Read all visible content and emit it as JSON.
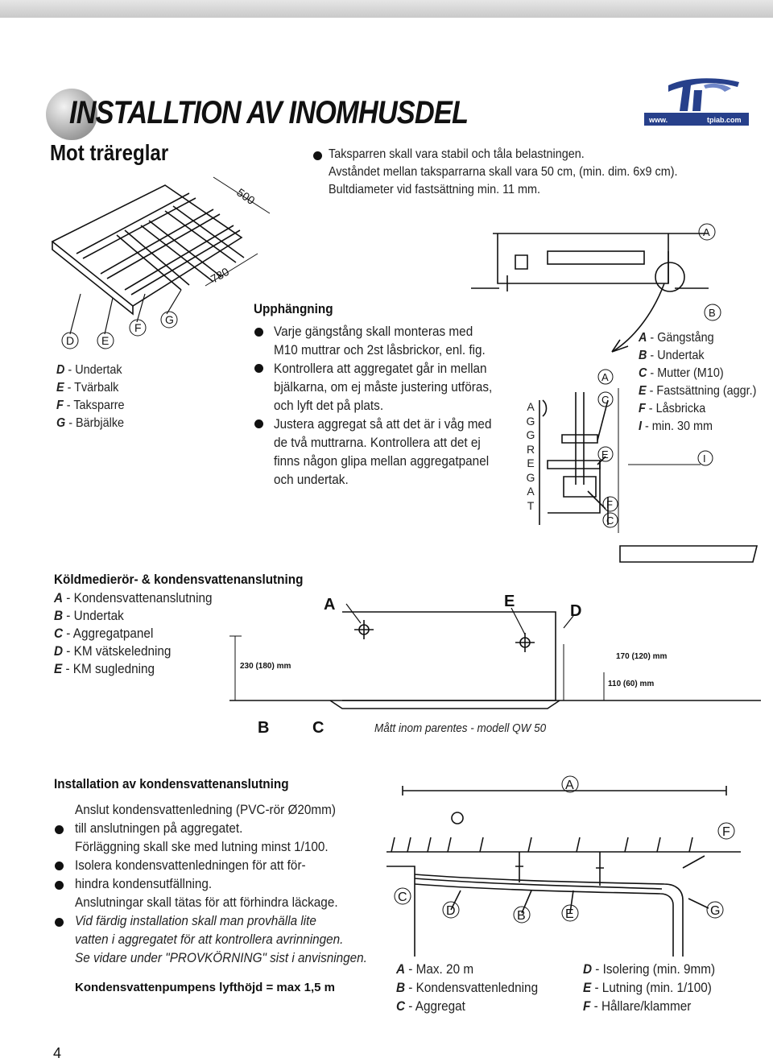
{
  "page": {
    "title": "INSTALLTION AV INOMHUSDEL",
    "subtitle": "Mot träreglar",
    "page_number": "4"
  },
  "logo": {
    "www": "www.",
    "domain": "tpiab.com"
  },
  "support": {
    "lines": [
      "Taksparren skall vara stabil och tåla belastningen.",
      "Avståndet mellan taksparrarna skall vara 50 cm, (min. dim. 6x9 cm).",
      "Bultdiameter vid fastsättning min. 11 mm."
    ]
  },
  "beam_figure": {
    "dim_1": "500",
    "dim_2": "780",
    "labels": [
      "D",
      "E",
      "F",
      "G"
    ]
  },
  "beam_legend": [
    {
      "key": "D",
      "text": " - Undertak"
    },
    {
      "key": "E",
      "text": " - Tvärbalk"
    },
    {
      "key": "F",
      "text": " - Taksparre"
    },
    {
      "key": "G",
      "text": " - Bärbjälke"
    }
  ],
  "hanging": {
    "heading": "Upphängning",
    "lines": [
      "Varje gängstång skall monteras med",
      "M10 muttrar och 2st låsbrickor, enl. fig.",
      "Kontrollera att aggregatet går in mellan",
      "bjälkarna, om ej måste justering utföras,",
      "och lyft det på plats.",
      "Justera aggregat så att det är i våg med",
      "de två muttrarna. Kontrollera att det ej",
      "finns någon glipa mellan aggregatpanel",
      "och undertak."
    ],
    "vertical_label": [
      "A",
      "G",
      "G",
      "R",
      "E",
      "G",
      "A",
      "T"
    ]
  },
  "rod_figure": {
    "labels": [
      "A",
      "B",
      "A",
      "C",
      "E",
      "F",
      "C",
      "I"
    ]
  },
  "rod_legend": [
    {
      "key": "A",
      "text": " - Gängstång"
    },
    {
      "key": "B",
      "text": " - Undertak"
    },
    {
      "key": "C",
      "text": " - Mutter (M10)"
    },
    {
      "key": "E",
      "text": " - Fastsättning (aggr.)"
    },
    {
      "key": "F",
      "text": " - Låsbricka"
    },
    {
      "key": "I",
      "text": " - min. 30 mm"
    }
  ],
  "refrigerant": {
    "heading": "Köldmedierör- & kondensvattenanslutning",
    "legend": [
      {
        "key": "A",
        "text": " - Kondensvattenanslutning"
      },
      {
        "key": "B",
        "text": " - Undertak"
      },
      {
        "key": "C",
        "text": " - Aggregatpanel"
      },
      {
        "key": "D",
        "text": " - KM vätskeledning"
      },
      {
        "key": "E",
        "text": " - KM sugledning"
      }
    ],
    "figure": {
      "label_a": "A",
      "label_e": "E",
      "label_d": "D",
      "label_b": "B",
      "label_c": "C",
      "dim_left": "230 (180) mm",
      "dim_right_1": "170 (120) mm",
      "dim_right_2": "110 (60) mm",
      "caption": "Mått inom parentes - modell QW 50"
    }
  },
  "condensate": {
    "heading": "Installation av kondensvattenanslutning",
    "lines": [
      "Anslut kondensvattenledning (PVC-rör Ø20mm)",
      "till anslutningen på aggregatet.",
      "Förläggning skall ske med lutning minst 1/100.",
      "Isolera kondensvattenledningen för att för-",
      "hindra kondensutfällning.",
      "Anslutningar skall tätas för att förhindra läckage."
    ],
    "italic_lines": [
      "Vid färdig installation skall man provhälla lite",
      "vatten i aggregatet för att kontrollera avrinningen.",
      "Se vidare under \"PROVKÖRNING\" sist i anvisningen."
    ],
    "pump_note": "Kondensvattenpumpens lyfthöjd = max 1,5 m",
    "figure_labels": [
      "A",
      "F",
      "C",
      "D",
      "B",
      "E",
      "G"
    ],
    "legend_left": [
      {
        "key": "A",
        "text": " - Max. 20 m"
      },
      {
        "key": "B",
        "text": " - Kondensvattenledning"
      },
      {
        "key": "C",
        "text": " - Aggregat"
      }
    ],
    "legend_right": [
      {
        "key": "D",
        "text": " - Isolering (min. 9mm)"
      },
      {
        "key": "E",
        "text": " - Lutning (min. 1/100)"
      },
      {
        "key": "F",
        "text": " - Hållare/klammer"
      }
    ]
  }
}
